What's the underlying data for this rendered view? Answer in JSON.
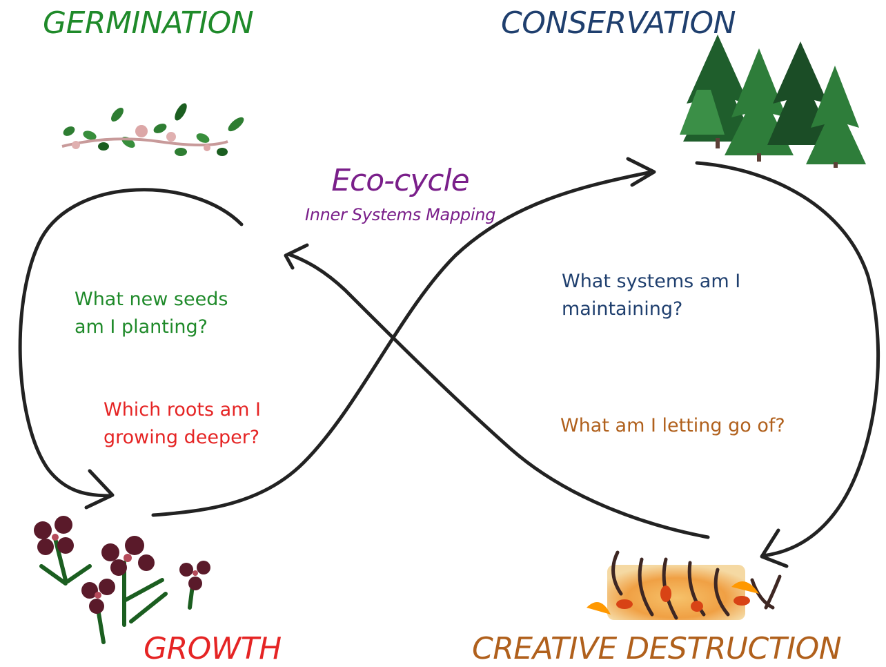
{
  "diagram": {
    "title": "Eco-cycle",
    "subtitle": "Inner Systems Mapping",
    "phases": {
      "germination": {
        "label": "GERMINATION",
        "color": "#1f8a2a",
        "question_lines": [
          "What new seeds",
          "am I planting?"
        ]
      },
      "conservation": {
        "label": "CONSERVATION",
        "color": "#1f3f6e",
        "question_lines": [
          "What systems am I",
          "maintaining?"
        ]
      },
      "growth": {
        "label": "GROWTH",
        "color": "#e52424",
        "question_lines": [
          "Which roots am I",
          "growing deeper?"
        ]
      },
      "creative_destruction": {
        "label": "CREATIVE DESTRUCTION",
        "color": "#b0601c",
        "question_lines": [
          "What am I letting  go of?"
        ]
      }
    },
    "title_color": "#7a1f8a",
    "stroke_color": "#222222",
    "illustrations": {
      "germination": "seedlings-icon",
      "conservation": "pine-forest-icon",
      "growth": "flowers-icon",
      "creative_destruction": "fire-icon"
    }
  }
}
